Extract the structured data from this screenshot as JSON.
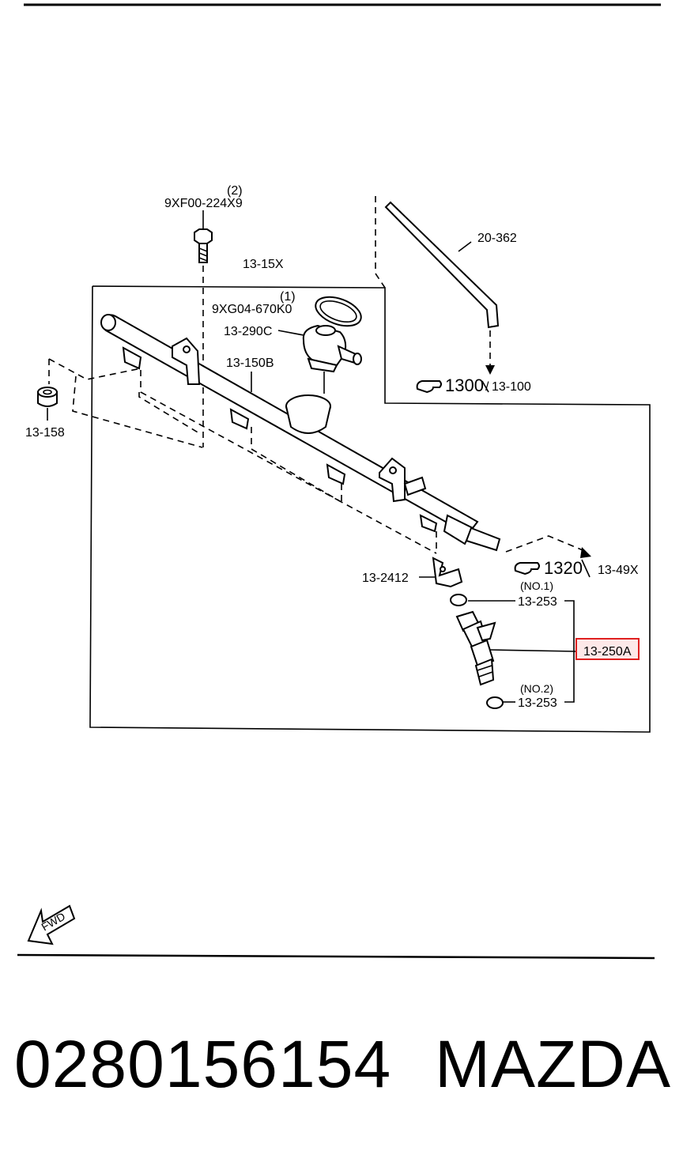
{
  "caption": {
    "part_number": "0280156154",
    "brand": "MAZDA"
  },
  "labels": {
    "bolt_qty": "(2)",
    "bolt_code": "9XF00-224X9",
    "hose": "20-362",
    "rail_assy": "13-15X",
    "ring_qty": "(1)",
    "ring_code": "9XG04-670K0",
    "regulator": "13-290C",
    "rail": "13-150B",
    "ref1_num": "1300",
    "ref1_code": "13-100",
    "cap": "13-158",
    "clip": "13-2412",
    "ref2_num": "1320",
    "ref2_code": "13-49X",
    "no1": "(NO.1)",
    "oring_top": "13-253",
    "injector": "13-250A",
    "no2": "(NO.2)",
    "oring_bottom": "13-253",
    "fwd": "FWD"
  },
  "icons": {
    "reference": "pointing-hand-icon",
    "forward": "fwd-arrow-icon"
  },
  "colors": {
    "highlight": "#e02020",
    "highlight_fill": "#fde8e8",
    "ink": "#000000"
  }
}
